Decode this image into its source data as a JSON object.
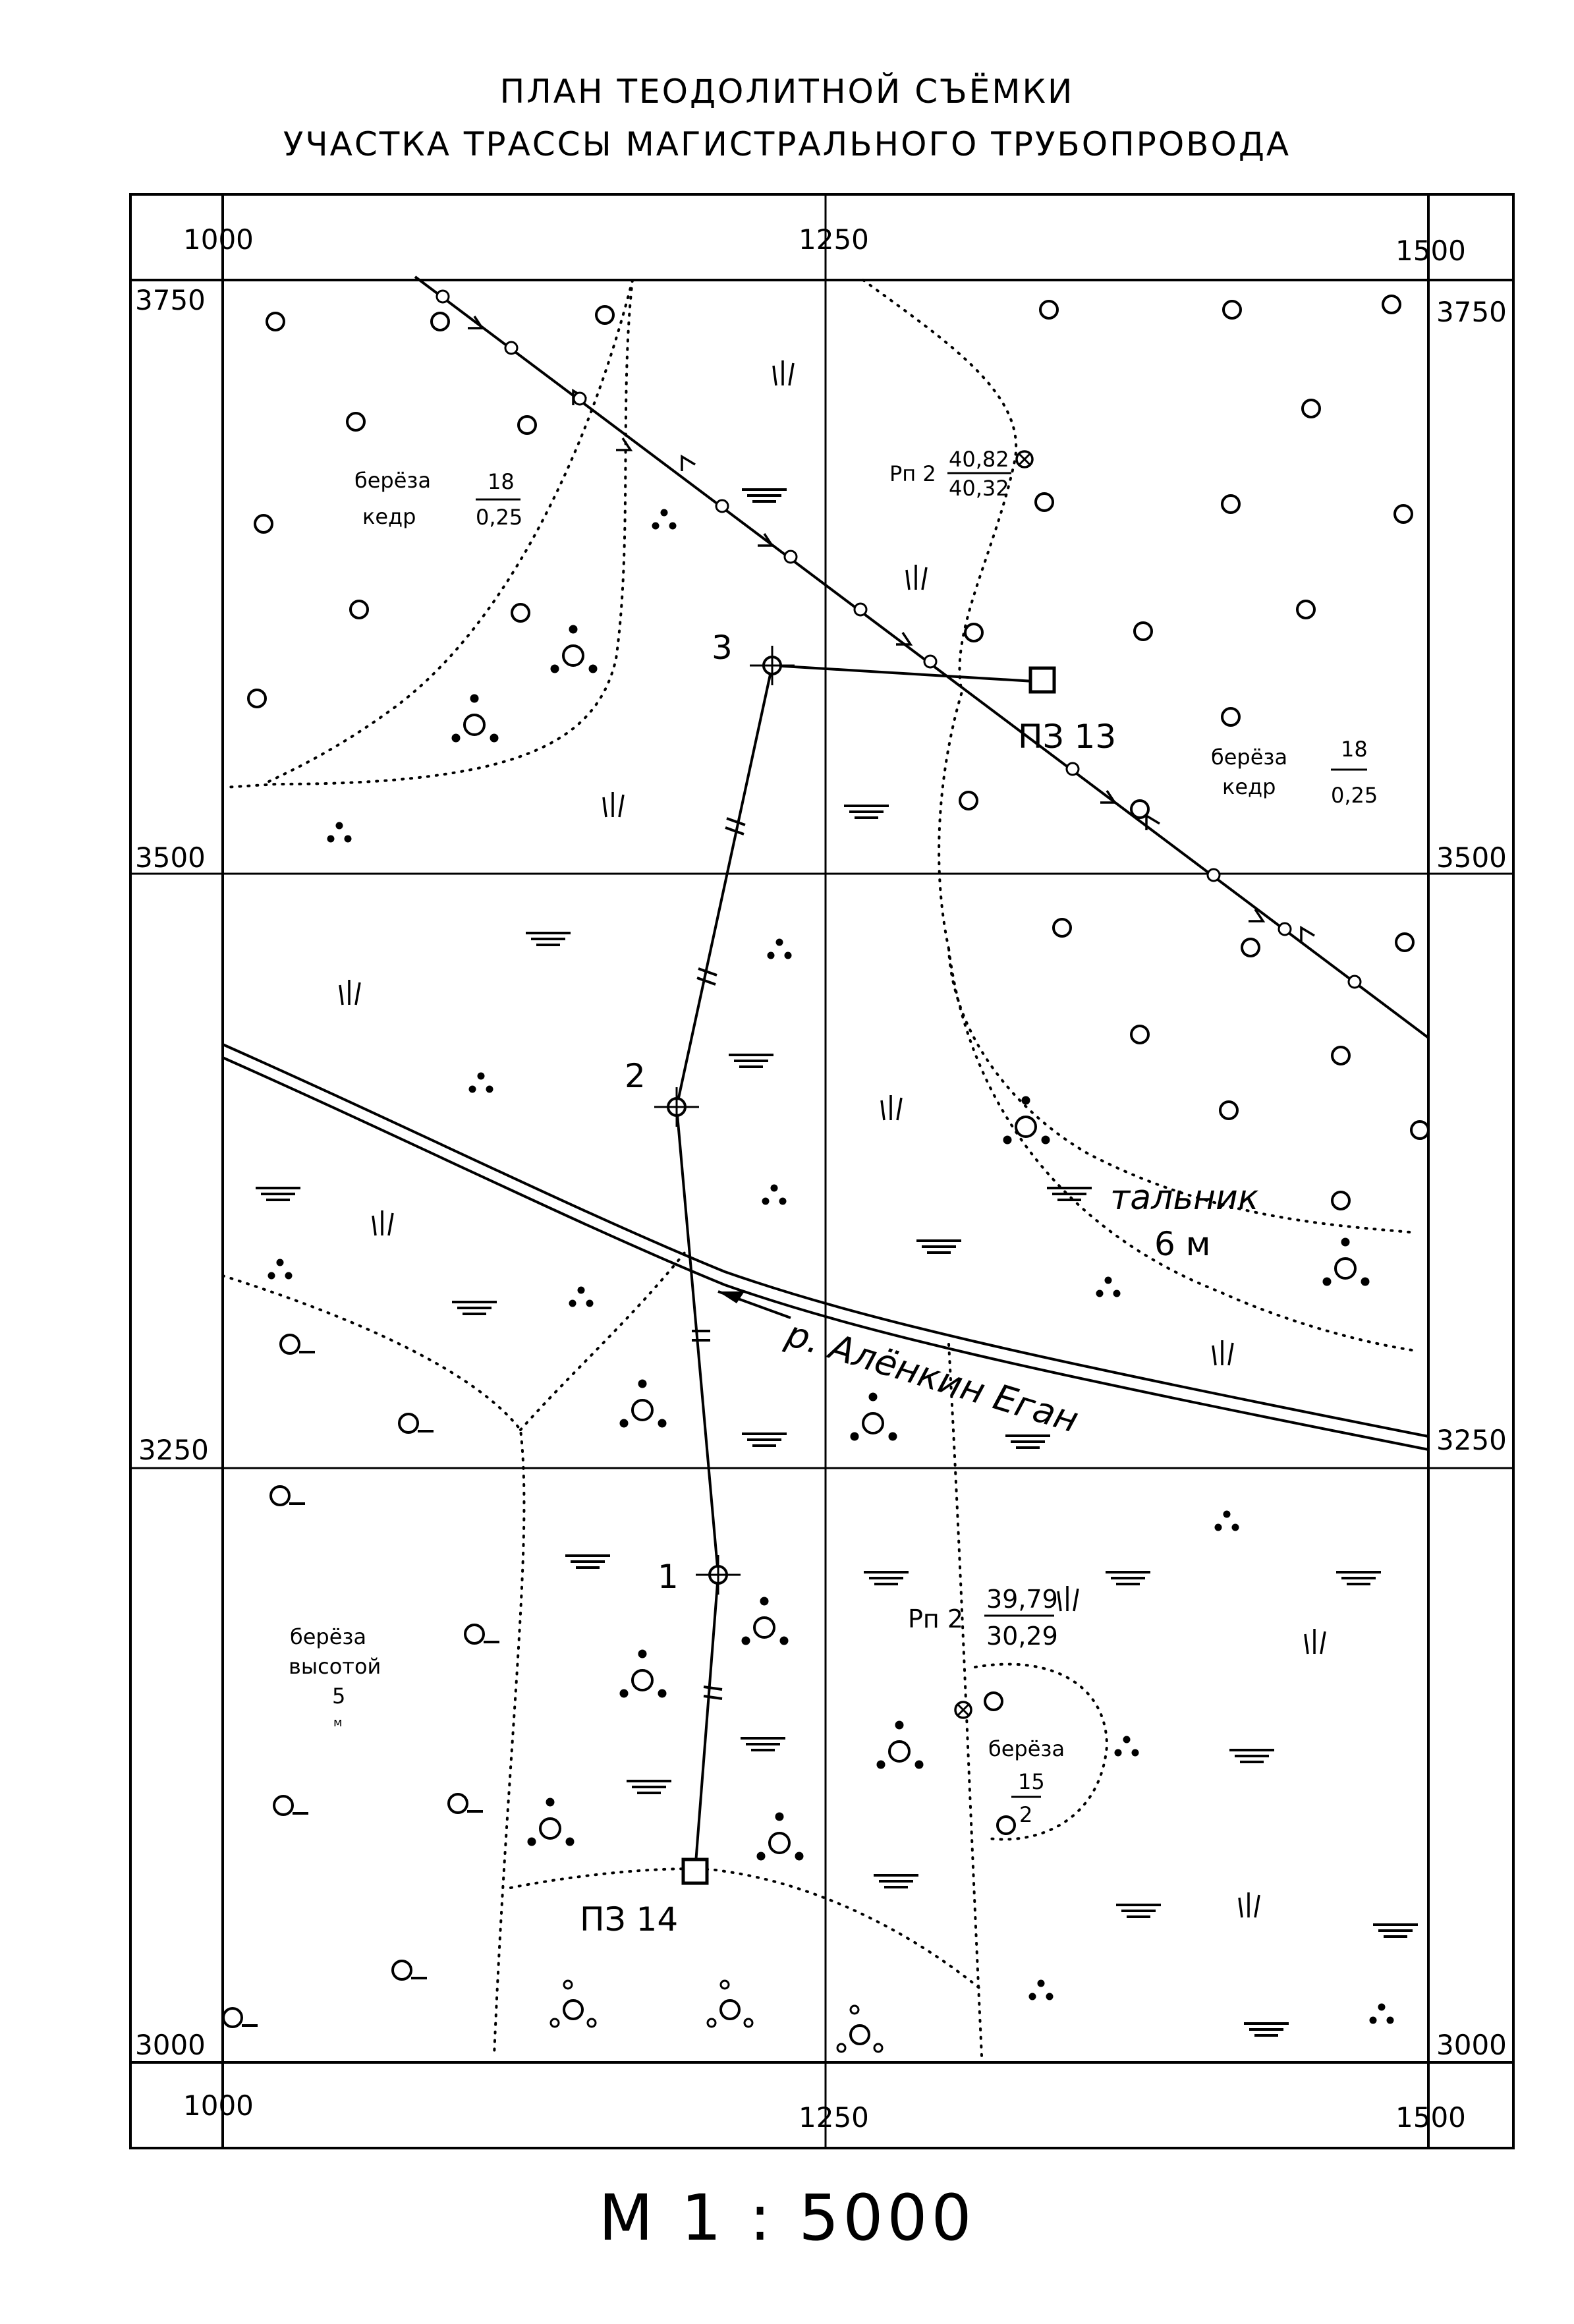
{
  "title": {
    "line1": "ПЛАН ТЕОДОЛИТНОЙ СЪЁМКИ",
    "line2": "УЧАСТКА ТРАССЫ МАГИСТРАЛЬНОГО ТРУБОПРОВОДА"
  },
  "scale": "М   1 : 5000",
  "grid": {
    "x_labels": [
      "1000",
      "1250",
      "1500"
    ],
    "y_labels": [
      "3750",
      "3500",
      "3250",
      "3000"
    ]
  },
  "points": {
    "p1": "1",
    "p2": "2",
    "p3": "3",
    "pz13": "ПЗ 13",
    "pz14": "ПЗ 14"
  },
  "benchmarks": {
    "rp_top": {
      "label": "Рп 2",
      "numerator": "40,82",
      "denominator": "40,32"
    },
    "rp_bottom": {
      "label": "Рп 2",
      "numerator": "39,79",
      "denominator": "30,29"
    }
  },
  "vegetation": {
    "forest_nw": {
      "line1": "берёза",
      "line2": "кедр",
      "numerator": "18",
      "denominator": "0,25"
    },
    "forest_ne": {
      "line1": "берёза",
      "line2": "кедр",
      "numerator": "18",
      "denominator": "0,25"
    },
    "talnik": {
      "line1": "тальник",
      "line2": "6 м"
    },
    "birch_sw": {
      "line1": "берёза",
      "line2": "высотой",
      "line3": "5",
      "line4": "м"
    },
    "birch_se": {
      "line1": "берёза",
      "numerator": "15",
      "denominator": "2"
    }
  },
  "river": {
    "label": "р. Алёнкин Еган"
  }
}
